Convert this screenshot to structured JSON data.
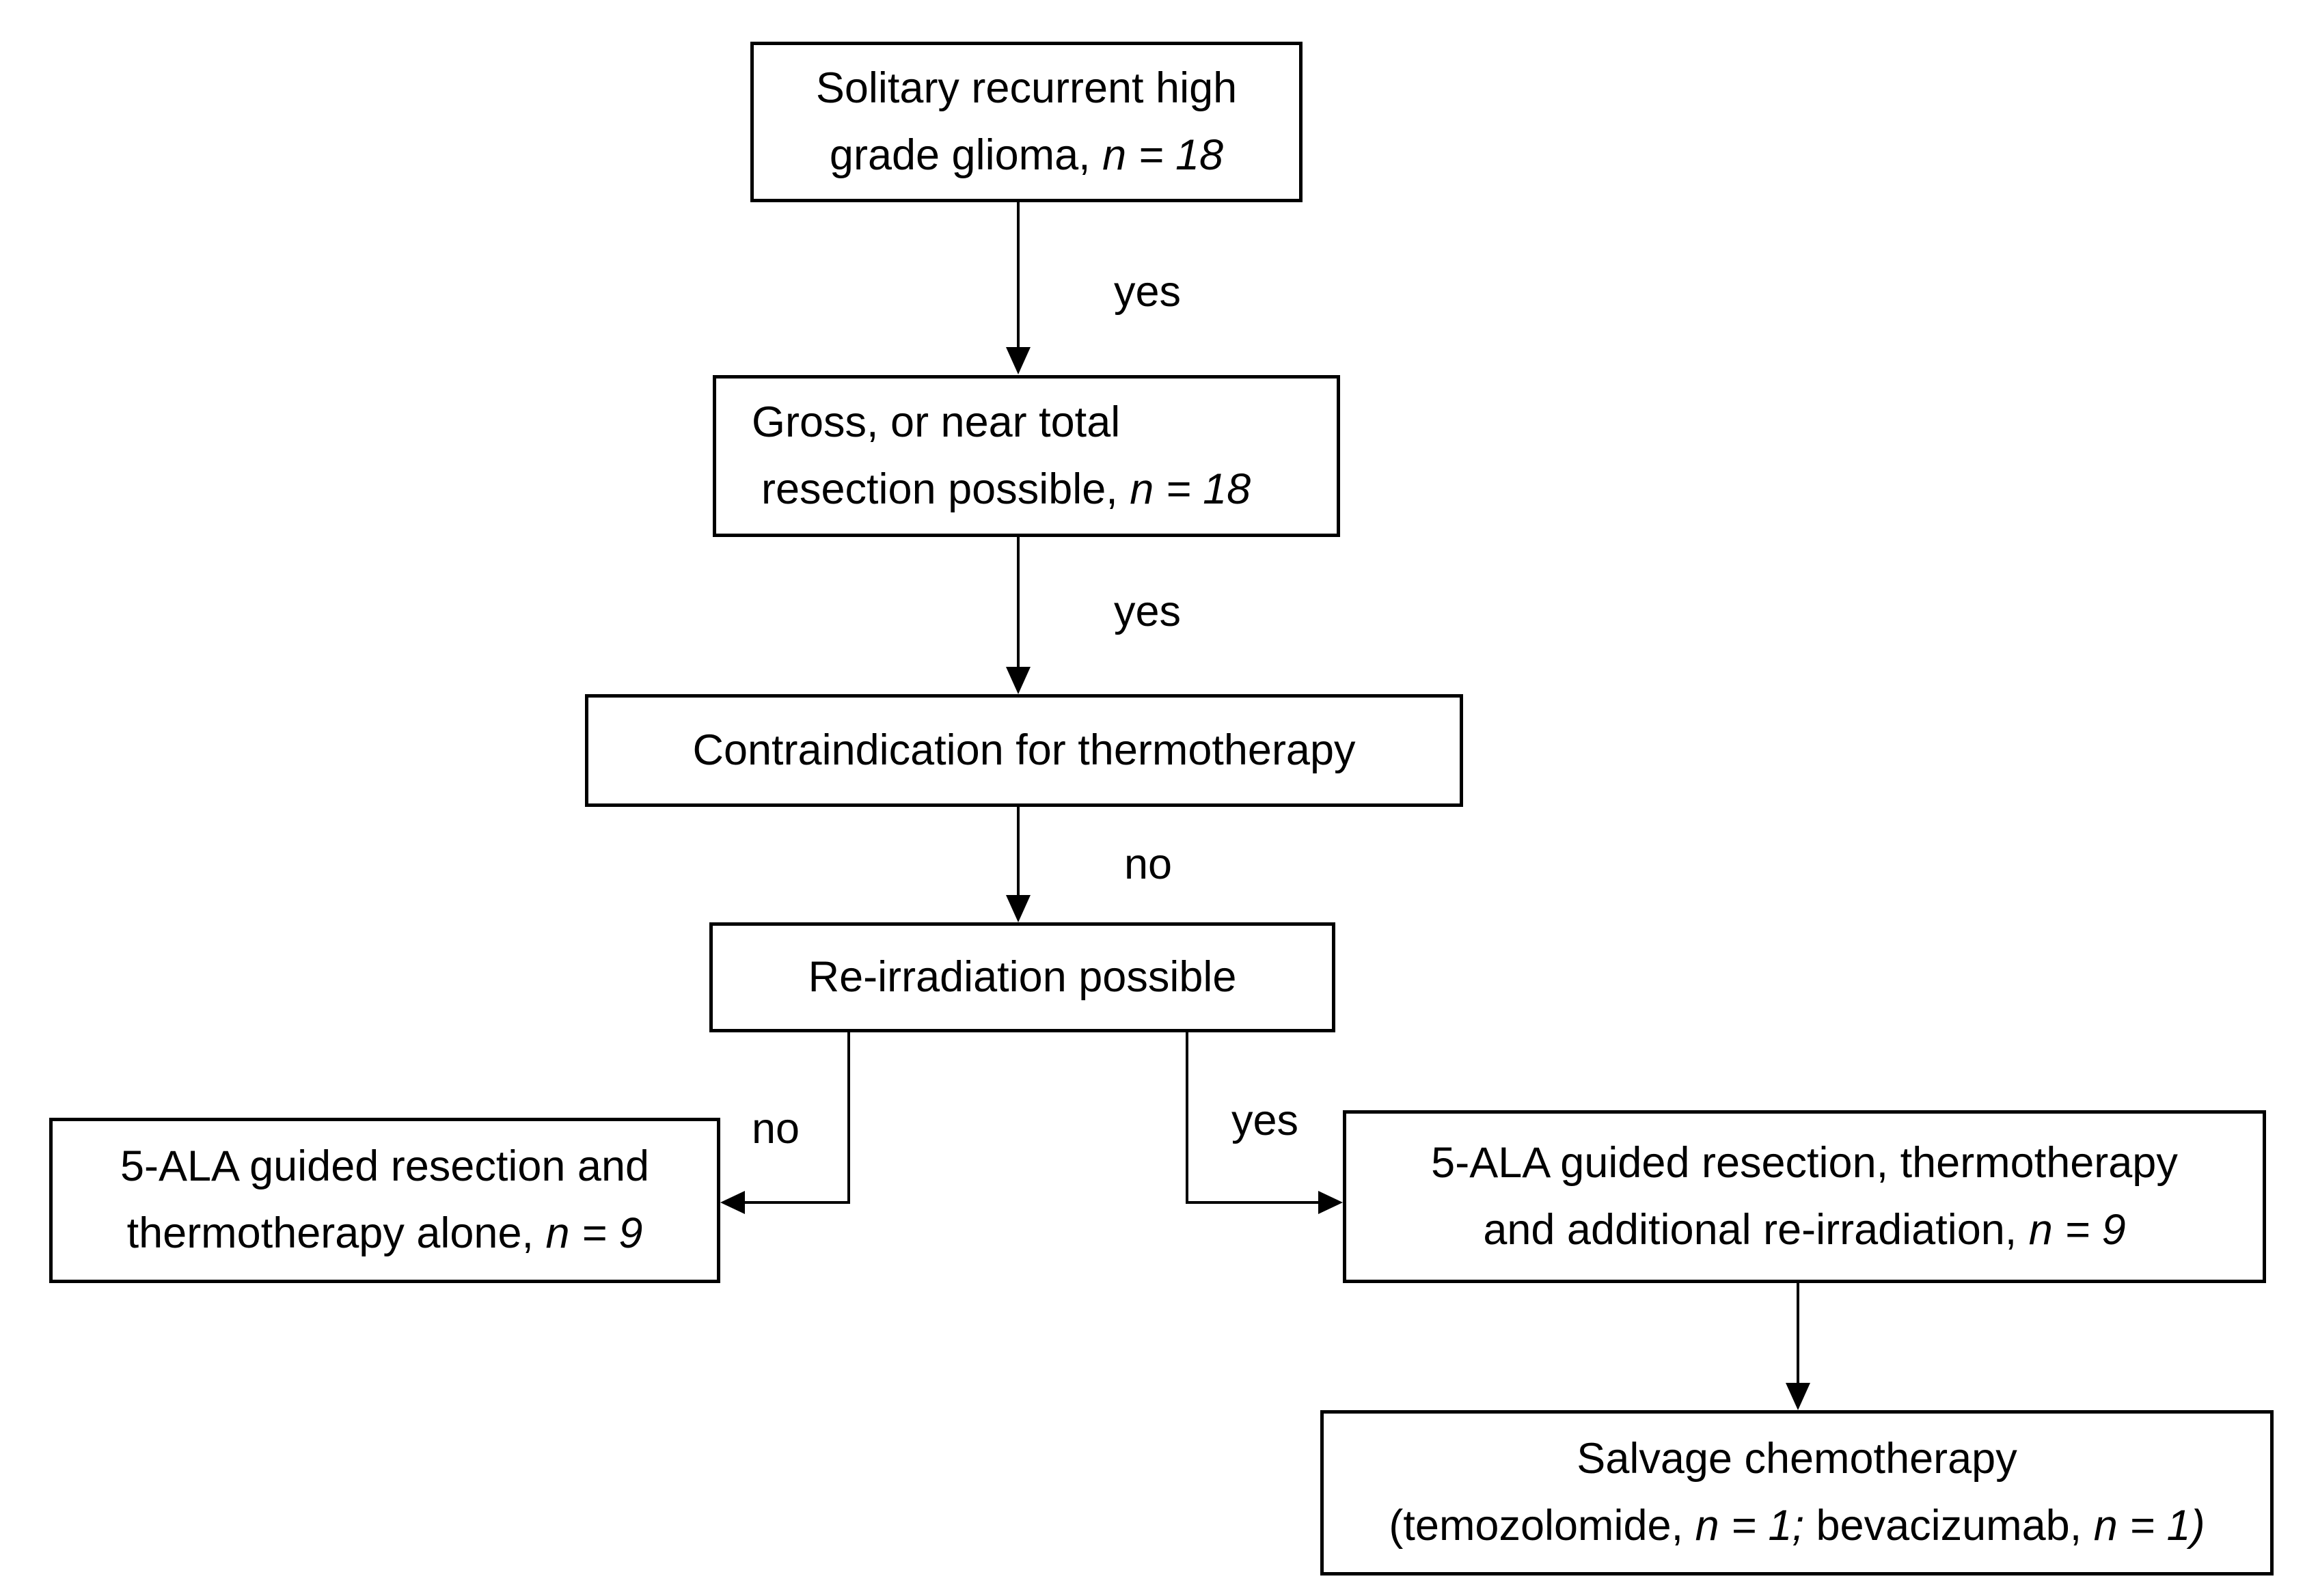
{
  "diagram": {
    "background_color": "#ffffff",
    "line_color": "#000000",
    "nodes": {
      "glioma": {
        "line1": "Solitary recurrent high",
        "line2": "grade glioma, ",
        "line2_italic": "n = 18"
      },
      "resection": {
        "line1": "Gross, or near total",
        "line2": "resection possible, ",
        "line2_italic": "n = 18"
      },
      "contraindication": {
        "line1": "Contraindication for thermotherapy"
      },
      "reirradiation": {
        "line1": "Re-irradiation possible"
      },
      "alone": {
        "line1": "5-ALA guided resection and",
        "line2": "thermotherapy alone, ",
        "line2_italic": "n = 9"
      },
      "combined": {
        "line1": "5-ALA guided resection, thermotherapy",
        "line2": "and additional re-irradiation, ",
        "line2_italic": "n = 9"
      },
      "salvage": {
        "line1": "Salvage chemotherapy",
        "line2a": "(temozolomide, ",
        "line2b_italic": "n = 1;",
        "line2c": " bevacizumab, ",
        "line2d_italic": "n = 1)"
      }
    },
    "edge_labels": {
      "glioma_resection": "yes",
      "resection_contraindication": "yes",
      "contraindication_reirradiation": "no",
      "reirradiation_alone": "no",
      "reirradiation_combined": "yes"
    }
  }
}
